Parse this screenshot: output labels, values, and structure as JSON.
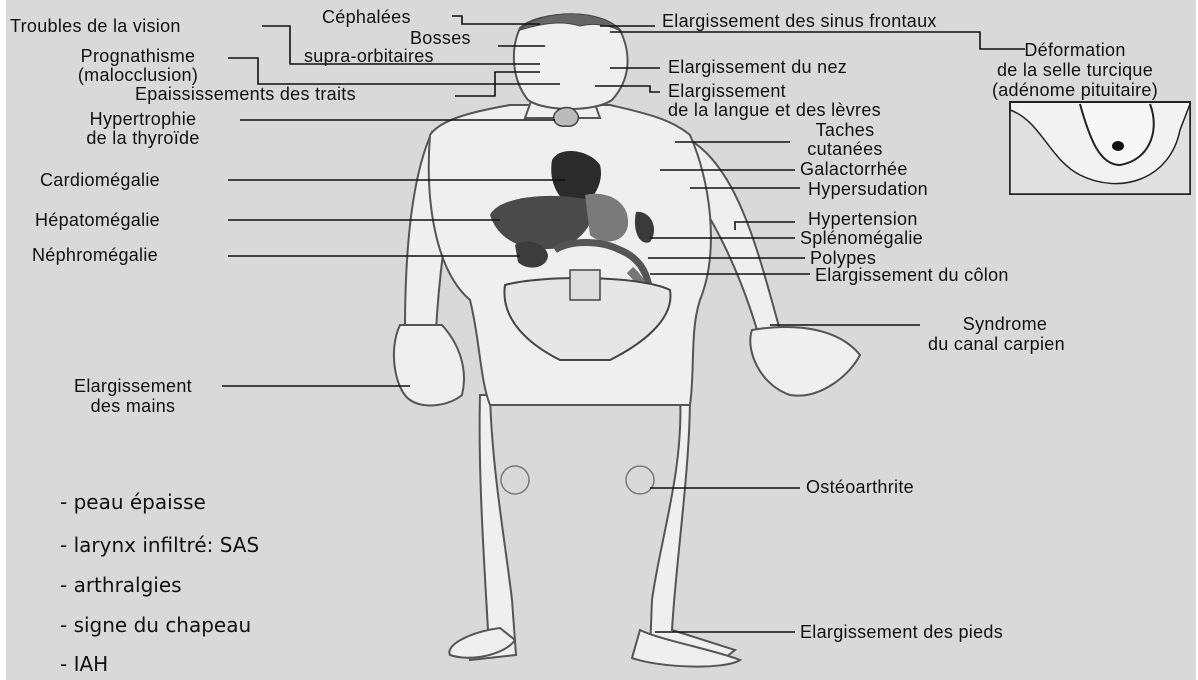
{
  "labels": {
    "troubles_vision": "Troubles de la vision",
    "cephalees": "Céphalées",
    "bosses_1": "Bosses",
    "bosses_2": "supra-orbitaires",
    "prognathisme_1": "Prognathisme",
    "prognathisme_2": "(malocclusion)",
    "epaississements": "Epaississements des traits",
    "sinus": "Elargissement des sinus frontaux",
    "deformation_1": "Déformation",
    "deformation_2": "de la selle turcique",
    "deformation_3": "(adénome pituitaire)",
    "nez": "Elargissement du nez",
    "langue_1": "Elargissement",
    "langue_2": "de la langue et des lèvres",
    "thyroide_1": "Hypertrophie",
    "thyroide_2": "de la thyroïde",
    "taches_1": "Taches",
    "taches_2": "cutanées",
    "galactorrhee": "Galactorrhée",
    "hypersudation": "Hypersudation",
    "cardiomegalie": "Cardiomégalie",
    "hepatomegalie": "Hépatomégalie",
    "nephromegalie": "Néphromégalie",
    "hypertension": "Hypertension",
    "splenomegalie": "Splénomégalie",
    "polypes": "Polypes",
    "colon": "Elargissement du côlon",
    "carpien_1": "Syndrome",
    "carpien_2": "du canal carpien",
    "mains_1": "Elargissement",
    "mains_2": "des mains",
    "osteoarthrite": "Ostéoarthrite",
    "pieds": "Elargissement des pieds"
  },
  "notes": [
    "- peau épaisse",
    "- larynx infiltré: SAS",
    "- arthralgies",
    "- signe du chapeau",
    "- IAH"
  ]
}
